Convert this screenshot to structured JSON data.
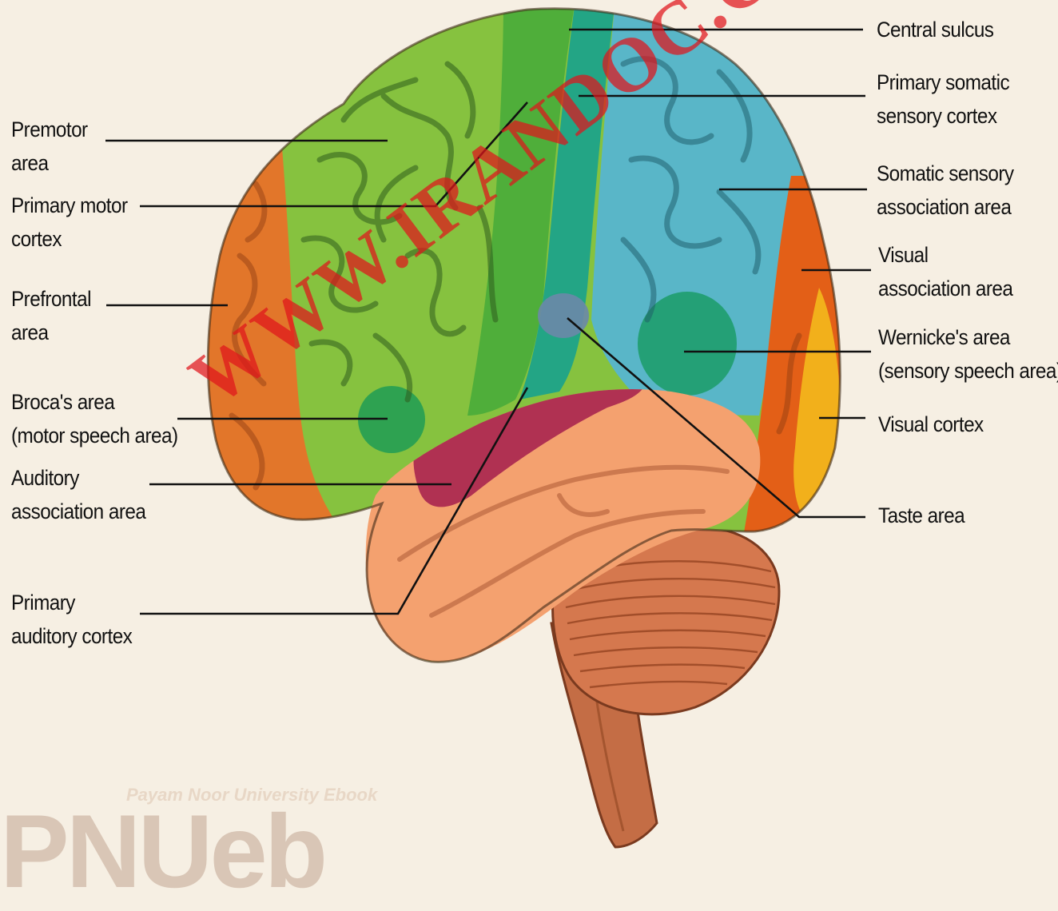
{
  "labels": {
    "premotor": [
      "Premotor",
      "area"
    ],
    "primary_motor": [
      "Primary motor",
      "cortex"
    ],
    "prefrontal": [
      "Prefrontal",
      "area"
    ],
    "broca": [
      "Broca's area",
      "(motor speech area)"
    ],
    "auditory_assoc": [
      "Auditory",
      "association area"
    ],
    "primary_auditory": [
      "Primary",
      "auditory cortex"
    ],
    "central_sulcus": [
      "Central sulcus"
    ],
    "primary_somatic": [
      "Primary somatic",
      "sensory cortex"
    ],
    "somatic_assoc": [
      "Somatic sensory",
      "association area"
    ],
    "visual_assoc": [
      "Visual",
      "association area"
    ],
    "wernicke": [
      "Wernicke's area",
      "(sensory speech area)"
    ],
    "visual_cortex": [
      "Visual cortex"
    ],
    "taste": [
      "Taste area"
    ]
  },
  "watermark": {
    "text": "WWW.IRANDOC.COM",
    "logo_subtitle": "Payam Noor University Ebook",
    "logo_text": "PNUeb"
  },
  "colors": {
    "background": "#f6efe3",
    "prefrontal": "#e2762a",
    "frontal_green": "#86c23f",
    "motor_green": "#3aa53c",
    "sensory_teal": "#23a585",
    "association_blue": "#59b6c8",
    "visual_orange": "#e35f17",
    "visual_yellow": "#f2b01b",
    "temporal": "#f4a16f",
    "auditory_magenta": "#a9254f",
    "cerebellum": "#d5784e",
    "brainstem": "#c46d45",
    "watermark_red": "#e0151c"
  }
}
